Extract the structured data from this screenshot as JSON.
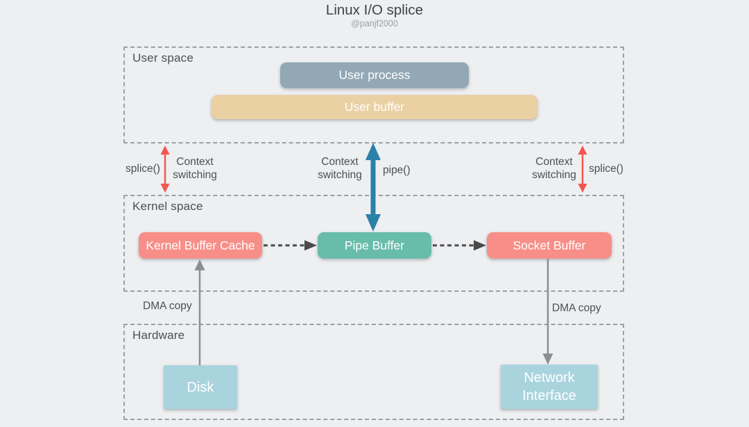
{
  "title": "Linux I/O splice",
  "author": "@panjf2000",
  "colors": {
    "background": "#edeff1",
    "title_text": "#3e4246",
    "subtitle_text": "#9aa0a5",
    "label_text": "#4b5055",
    "section_border": "#9b9fa2",
    "node_text": "#ffffff",
    "user_process": "#92a8b4",
    "user_buffer": "#ebd0a3",
    "kernel_buffer_cache": "#f78f88",
    "pipe_buffer": "#68bcaa",
    "socket_buffer": "#f78f88",
    "disk": "#a9d4de",
    "network_interface": "#a9d4de",
    "splice_arrow": "#f4564f",
    "pipe_arrow": "#2b80a8",
    "copy_arrow": "#4a4a4a",
    "dma_arrow": "#8b8f93"
  },
  "sections": {
    "user_space": {
      "label": "User space"
    },
    "kernel_space": {
      "label": "Kernel space"
    },
    "hardware": {
      "label": "Hardware"
    }
  },
  "nodes": {
    "user_process": "User process",
    "user_buffer": "User buffer",
    "kernel_buffer_cache": "Kernel Buffer Cache",
    "pipe_buffer": "Pipe Buffer",
    "socket_buffer": "Socket Buffer",
    "disk": "Disk",
    "network_interface": "Network Interface"
  },
  "annotations": {
    "splice_left": "splice()",
    "context_switching_left": "Context switching",
    "context_switching_center": "Context switching",
    "pipe": "pipe()",
    "context_switching_right": "Context switching",
    "splice_right": "splice()",
    "dma_copy_left": "DMA copy",
    "dma_copy_right": "DMA copy"
  },
  "arrows": {
    "splice_left": {
      "type": "double-headed-vertical",
      "between": [
        "User space",
        "Kernel space"
      ],
      "label": "splice() Context switching"
    },
    "pipe": {
      "type": "double-headed-vertical-thick",
      "between": [
        "User process",
        "Pipe Buffer"
      ],
      "label": "Context switching pipe()"
    },
    "splice_right": {
      "type": "double-headed-vertical",
      "between": [
        "User space",
        "Kernel space"
      ],
      "label": "Context switching splice()"
    },
    "kernel_to_pipe": {
      "type": "dashed-right",
      "from": "Kernel Buffer Cache",
      "to": "Pipe Buffer"
    },
    "pipe_to_socket": {
      "type": "dashed-right",
      "from": "Pipe Buffer",
      "to": "Socket Buffer"
    },
    "disk_to_kernel": {
      "type": "solid-up",
      "from": "Disk",
      "to": "Kernel Buffer Cache",
      "label": "DMA copy"
    },
    "socket_to_nic": {
      "type": "solid-down",
      "from": "Socket Buffer",
      "to": "Network Interface",
      "label": "DMA copy"
    }
  }
}
